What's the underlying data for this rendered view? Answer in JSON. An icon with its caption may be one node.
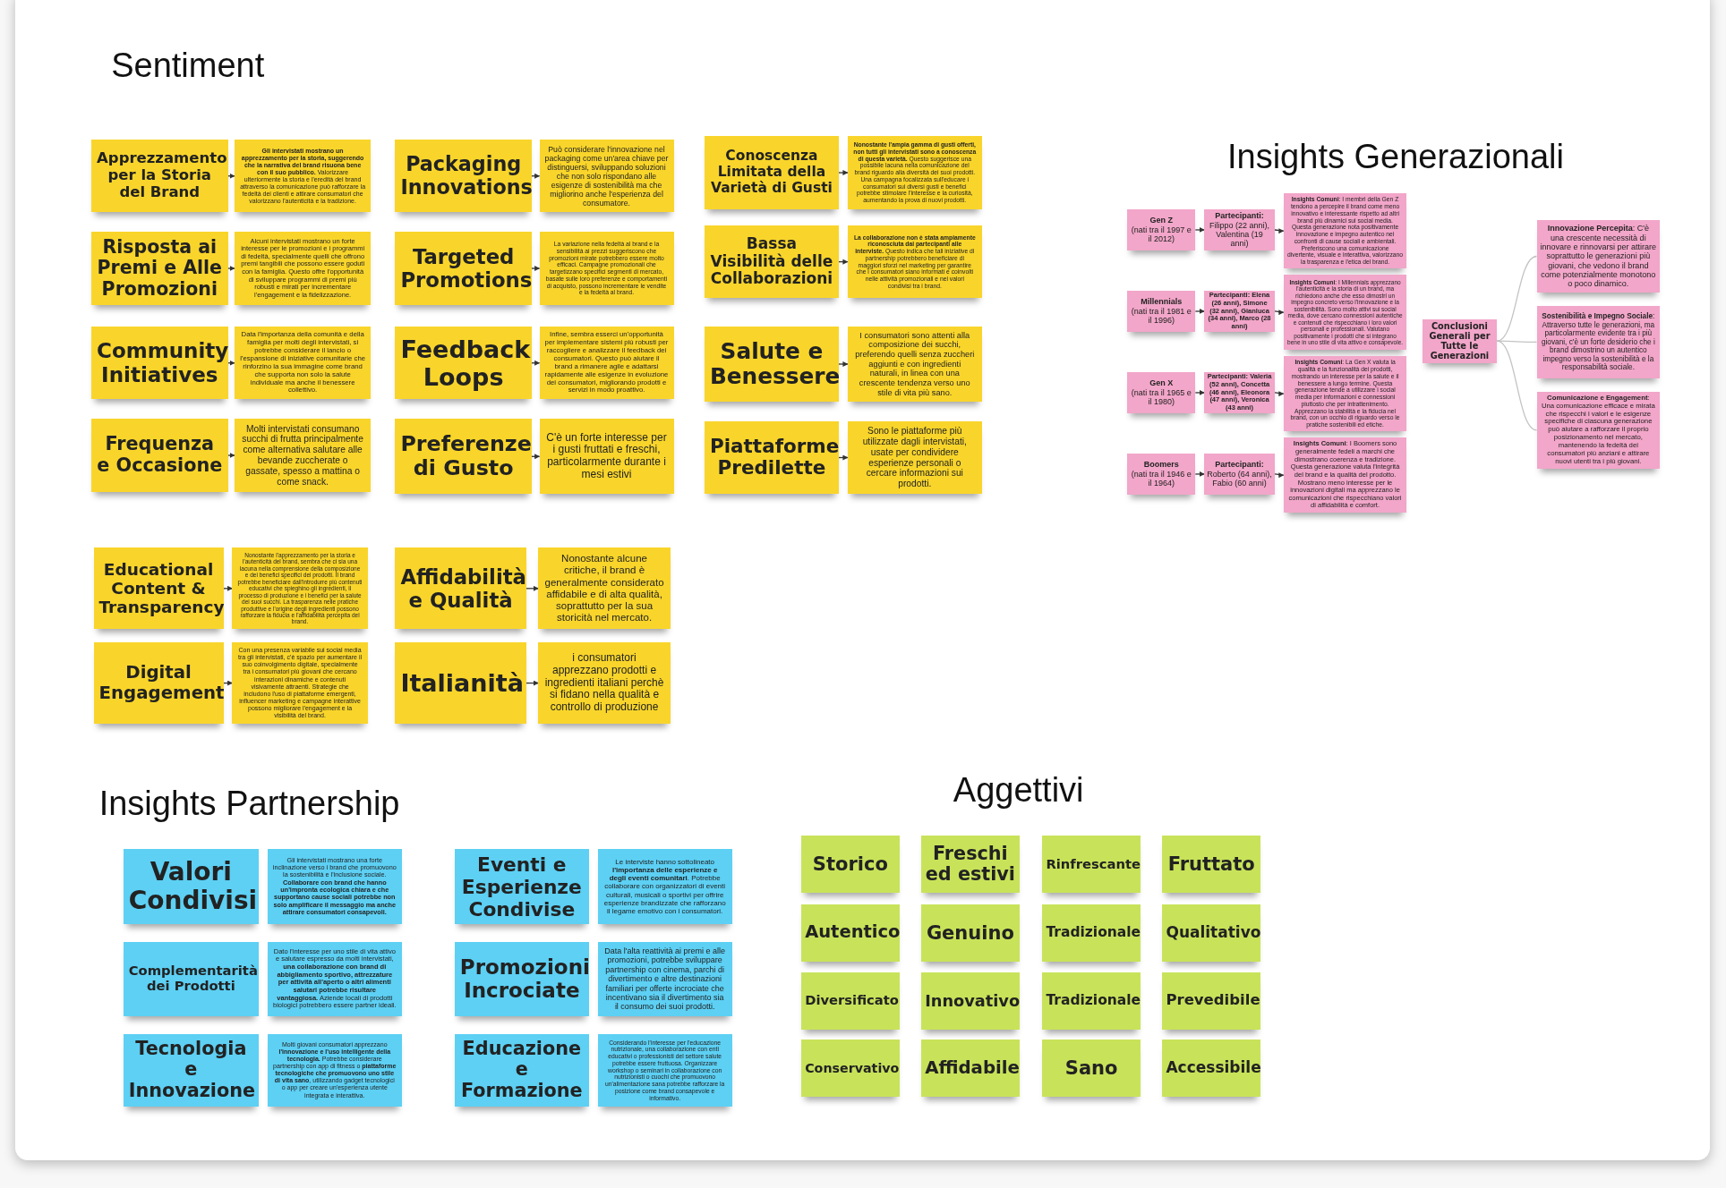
{
  "diagram": {
    "nodes": [
      {
        "text": [
          "Apprezzamento per la Storia del Brand"
        ]
      },
      {
        "text": [
          "**Gli intervistati mostrano un apprezzamento per la storia, suggerendo che la narrativa del brand risuona bene con il suo pubblico.** Valorizzare ulteriormente la storia e l'eredità del brand attraverso la comunicazione può rafforzare la fedeltà dei clienti e attirare consumatori che valorizzano l'autenticità e la tradizione."
        ]
      },
      {
        "text": [
          "Risposta ai Premi e Alle Promozioni"
        ]
      },
      {
        "text": [
          "Alcuni intervistati mostrano un forte interesse per le promozioni e i programmi di fedeltà, specialmente quelli che offrono premi tangibili che possono essere goduti con la famiglia. Questo offre l'opportunità di sviluppare programmi di premi più robusti e mirati per incrementare l'engagement e la fidelizzazione."
        ]
      },
      {
        "text": [
          "Community Initiatives"
        ]
      },
      {
        "text": [
          "Data l'importanza della comunità e della famiglia per molti degli intervistati, si potrebbe considerare il lancio o l'espansione di iniziative comunitarie che rinforzino la sua immagine come brand che supporta non solo la salute individuale ma anche il benessere collettivo."
        ]
      },
      {
        "text": [
          "Frequenza e Occasione"
        ]
      },
      {
        "text": [
          "Molti intervistati consumano succhi di frutta principalmente come alternativa salutare alle bevande zuccherate o gassate, spesso a mattina o come snack."
        ]
      },
      {
        "text": [
          "Packaging Innovations"
        ]
      },
      {
        "text": [
          "Può considerare l'innovazione nel packaging come un'area chiave per distinguersi, sviluppando soluzioni che non solo rispondano alle esigenze di sostenibilità ma che migliorino anche l'esperienza del consumatore."
        ]
      },
      {
        "text": [
          "Targeted Promotions"
        ]
      },
      {
        "text": [
          "La variazione nella fedeltà al brand e la sensibilità ai prezzi suggeriscono che promozioni mirate potrebbero essere molto efficaci. Campagne promozionali che targetizzano specifici segmenti di mercato, basate sulle loro preferenze e comportamenti di acquisto, possono incrementare le vendite e la fedeltà al brand."
        ]
      },
      {
        "text": [
          "Feedback Loops"
        ]
      },
      {
        "text": [
          "Infine, sembra esserci un'opportunità per implementare sistemi più robusti per raccogliere e analizzare il feedback dei consumatori. Questo può aiutare il brand a rimanere agile e adattarsi rapidamente alle esigenze in evoluzione dei consumatori, migliorando prodotti e servizi in modo proattivo."
        ]
      },
      {
        "text": [
          "Preferenze di Gusto"
        ]
      },
      {
        "text": [
          "C'è un forte interesse per i gusti fruttati e freschi, particolarmente durante i mesi estivi"
        ]
      },
      {
        "text": [
          "Conoscenza Limitata della Varietà di Gusti"
        ]
      },
      {
        "text": [
          "**Nonostante l'ampia gamma di gusti offerti, non tutti gli intervistati sono a conoscenza di questa varietà.** Questo suggerisce una possibile lacuna nella comunicazione del brand riguardo alla diversità dei suoi prodotti. Una campagna focalizzata sull'educare i consumatori sui diversi gusti e benefici potrebbe stimolare l'interesse e la curiosità, aumentando la prova di nuovi prodotti."
        ]
      },
      {
        "text": [
          "Bassa Visibilità delle Collaborazioni"
        ]
      },
      {
        "text": [
          "**La collaborazione non è stata ampiamente riconosciuta dai partecipanti alle interviste.** Questo indica che tali iniziative di partnership potrebbero beneficiare di maggiori sforzi nel marketing per garantire che i consumatori siano informati e coinvolti nelle attività promozionali e nei valori condivisi tra i brand."
        ]
      },
      {
        "text": [
          "Salute e Benessere"
        ]
      },
      {
        "text": [
          "I consumatori sono attenti alla composizione dei succhi, preferendo quelli senza zuccheri aggiunti e con ingredienti naturali, in linea con una crescente tendenza verso uno stile di vita più sano."
        ]
      },
      {
        "text": [
          "Piattaforme Predilette"
        ]
      },
      {
        "text": [
          "Sono le piattaforme più utilizzate dagli intervistati, usate per condividere esperienze personali o cercare informazioni sui prodotti."
        ]
      },
      {
        "text": [
          "Educational Content & Transparency"
        ]
      },
      {
        "text": [
          "Nonostante l'apprezzamento per la storia e l'autenticità del brand, sembra che ci sia una lacuna nella comprensione della composizione e dei benefici specifici dei prodotti. Il brand potrebbe beneficiare dall'introdurre più contenuti educativi che spieghino gli ingredienti, il processo di produzione e i benefici per la salute dei suoi succhi. La trasparenza nelle pratiche produttive e l'origine degli ingredienti possono rafforzare la fiducia e l'affidabilità percepita del brand."
        ]
      },
      {
        "text": [
          "Digital Engagement"
        ]
      },
      {
        "text": [
          "Con una presenza variabile sui social media tra gli intervistati, c'è spazio per aumentare il suo coinvolgimento digitale, specialmente tra i consumatori più giovani che cercano interazioni dinamiche e contenuti visivamente attraenti. Strategie che includono l'uso di piattaforme emergenti, influencer marketing e campagne interattive possono migliorare l'engagement e la visibilità del brand."
        ]
      },
      {
        "text": [
          "Affidabilità e Qualità"
        ]
      },
      {
        "text": [
          "Nonostante alcune critiche, il brand è generalmente considerato affidabile e di alta qualità, soprattutto per la sua storicità nel mercato."
        ]
      },
      {
        "text": [
          "Italianità"
        ]
      },
      {
        "text": [
          "i consumatori apprezzano prodotti e ingredienti italiani perchè si fidano nella qualità e controllo di produzione"
        ]
      },
      {
        "text": [
          "Gen Z",
          "(nati tra il 1997 e il 2012)"
        ]
      },
      {
        "text": [
          "Partecipanti:",
          "Filippo (22 anni), Valentina (19 anni)"
        ]
      },
      {
        "text": [
          "**Insights Comuni**: I membri della Gen Z tendono a percepire il brand come meno innovativo e interessante rispetto ad altri brand più dinamici sui social media. Questa generazione nota positivamente innovazione e impegno autentico nei confronti di cause sociali e ambientali. Preferiscono una comunicazione divertente, visuale e interattiva, valorizzano la trasparenza e l'etica del brand."
        ]
      },
      {
        "text": [
          "Millennials",
          "(nati tra il 1981 e il 1996)"
        ]
      },
      {
        "text": [
          "**Partecipanti:** Elena (26 anni), Simone (32 anni), Gianluca (34 anni), Marco (28 anni)"
        ]
      },
      {
        "text": [
          "**Insights Comuni**: I Millennials apprezzano l'autenticità e la storia di un brand, ma richiedono anche che esso dimostri un impegno concreto verso l'innovazione e la sostenibilità. Sono molto attivi sui social media, dove cercano connessioni autentiche e contenuti che rispecchiano i loro valori personali e professionali. Valutano positivamente i prodotti che si integrano bene in uno stile di vita attivo e consapevole."
        ]
      },
      {
        "text": [
          "Gen X",
          "(nati tra il 1965 e il 1980)"
        ]
      },
      {
        "text": [
          "**Partecipanti:** Valeria (52 anni), Concetta (46 anni), Eleonora (47 anni), Veronica (43 anni)"
        ]
      },
      {
        "text": [
          "**Insights Comuni**: La Gen X valuta la qualità e la funzionalità dei prodotti, mostrando un interesse per la salute e il benessere a lungo termine. Questa generazione tende a utilizzare i social media per informazioni e connessioni piuttosto che per intrattenimento. Apprezzano la stabilità e la fiducia nel brand, con un occhio di riguardo verso le pratiche sostenibili ed etiche."
        ]
      },
      {
        "text": [
          "Boomers",
          "(nati tra il 1946 e il 1964)"
        ]
      },
      {
        "text": [
          "Partecipanti:",
          "Roberto (64 anni), Fabio (60 anni)"
        ]
      },
      {
        "text": [
          "**Insights Comuni**: I Boomers sono generalmente fedeli a marchi che dimostrano coerenza e tradizione. Questa generazione valuta l'integrità del brand e la qualità del prodotto. Mostrano meno interesse per le innovazioni digitali ma apprezzano le comunicazioni che rispecchiano valori di affidabilità e comfort."
        ]
      },
      {
        "text": [
          "Conclusioni Generali per Tutte le Generazioni"
        ]
      },
      {
        "text": [
          "**Innovazione Percepita**: C'è una crescente necessità di innovare e rinnovarsi per attirare soprattutto le generazioni più giovani, che vedono il brand come potenzialmente monotono o poco dinamico."
        ]
      },
      {
        "text": [
          "**Sostenibilità e Impegno Sociale**: Attraverso tutte le generazioni, ma particolarmente evidente tra i più giovani, c'è un forte desiderio che i brand dimostrino un autentico impegno verso la sostenibilità e la responsabilità sociale."
        ]
      },
      {
        "text": [
          "**Comunicazione e Engagement**: Una comunicazione efficace e mirata che rispecchi i valori e le esigenze specifiche di ciascuna generazione può aiutare a rafforzare il proprio posizionamento nel mercato, mantenendo la fedeltà dei consumatori più anziani e attirare nuovi utenti tra i più giovani."
        ]
      },
      {
        "text": [
          "Valori Condivisi"
        ]
      },
      {
        "text": [
          "Gli intervistati mostrano una forte inclinazione verso i brand che promuovono la sostenibilità e l'inclusione sociale. **Collaborare con brand che hanno un'impronta ecologica chiara e che supportano cause sociali potrebbe non solo amplificare il messaggio ma anche attirare consumatori consapevoli.**"
        ]
      },
      {
        "text": [
          "Complementarità dei Prodotti"
        ]
      },
      {
        "text": [
          "Dato l'interesse per uno stile di vita attivo e salutare espresso da molti intervistati, **una collaborazione con brand di abbigliamento sportivo, attrezzature per attività all'aperto o altri alimenti salutari potrebbe risultare vantaggiosa.** Aziende locali di prodotti biologici potrebbero essere partner ideali."
        ]
      },
      {
        "text": [
          "Tecnologia e Innovazione"
        ]
      },
      {
        "text": [
          "Molti giovani consumatori apprezzano **l'innovazione e l'uso intelligente della tecnologia.** Potrebbe considerare partnership con app di fitness o **piattaforme tecnologiche che promuovono uno stile di vita sano**, utilizzando gadget tecnologici o app per creare un'esperienza utente integrata e interattiva."
        ]
      },
      {
        "text": [
          "Eventi e Esperienze Condivise"
        ]
      },
      {
        "text": [
          "Le interviste hanno sottolineato **l'importanza delle esperienze e degli eventi comunitari**. Potrebbe collaborare con organizzatori di eventi culturali, musicali o sportivi per offrire esperienze brandizzate che rafforzano il legame emotivo con i consumatori."
        ]
      },
      {
        "text": [
          "Promozioni Incrociate"
        ]
      },
      {
        "text": [
          "Data l'alta reattività ai premi e alle promozioni, potrebbe sviluppare partnership con cinema, parchi di divertimento e altre destinazioni familiari per offerte incrociate che incentivano sia il divertimento sia il consumo dei suoi prodotti."
        ]
      },
      {
        "text": [
          "Educazione e Formazione"
        ]
      },
      {
        "text": [
          "Considerando l'interesse per l'educazione nutrizionale, una collaborazione con enti educativi o professionisti del settore salute potrebbe essere fruttuosa. Organizzare workshop o seminari in collaborazione con nutrizionisti o cuochi che promuovono un'alimentazione sana potrebbe rafforzare la posizione come brand consapevole e informativo."
        ]
      },
      {
        "text": [
          "Storico"
        ]
      },
      {
        "text": [
          "Freschi ed estivi"
        ]
      },
      {
        "text": [
          "Rinfrescante"
        ]
      },
      {
        "text": [
          "Fruttato"
        ]
      },
      {
        "text": [
          "Autentico"
        ]
      },
      {
        "text": [
          "Genuino"
        ]
      },
      {
        "text": [
          "Tradizionale"
        ]
      },
      {
        "text": [
          "Qualitativo"
        ]
      },
      {
        "text": [
          "Diversificato"
        ]
      },
      {
        "text": [
          "Innovativo"
        ]
      },
      {
        "text": [
          "Tradizionale"
        ]
      },
      {
        "text": [
          "Prevedibile"
        ]
      },
      {
        "text": [
          "Conservativo"
        ]
      },
      {
        "text": [
          "Affidabile"
        ]
      },
      {
        "text": [
          "Sano"
        ]
      },
      {
        "text": [
          "Accessibile"
        ]
      }
    ],
    "edges": [
      {
        "from": 0,
        "to": 1,
        "arrow": "to"
      },
      {
        "from": 2,
        "to": 3,
        "arrow": "to"
      },
      {
        "from": 4,
        "to": 5,
        "arrow": "to"
      },
      {
        "from": 6,
        "to": 7,
        "arrow": "to"
      },
      {
        "from": 8,
        "to": 9,
        "arrow": "to"
      },
      {
        "from": 10,
        "to": 11,
        "arrow": "to"
      },
      {
        "from": 12,
        "to": 13,
        "arrow": "to"
      },
      {
        "from": 14,
        "to": 15,
        "arrow": "to"
      },
      {
        "from": 16,
        "to": 17,
        "arrow": "to"
      },
      {
        "from": 18,
        "to": 19,
        "arrow": "to"
      },
      {
        "from": 20,
        "to": 21,
        "arrow": "to"
      },
      {
        "from": 22,
        "to": 23,
        "arrow": "to"
      },
      {
        "from": 24,
        "to": 25,
        "arrow": "to"
      },
      {
        "from": 26,
        "to": 27,
        "arrow": "to"
      },
      {
        "from": 28,
        "to": 29,
        "arrow": "to"
      },
      {
        "from": 30,
        "to": 31,
        "arrow": "to"
      },
      {
        "from": 32,
        "to": 33,
        "arrow": "to"
      },
      {
        "from": 33,
        "to": 34,
        "arrow": "to"
      },
      {
        "from": 35,
        "to": 36,
        "arrow": "to"
      },
      {
        "from": 36,
        "to": 37,
        "arrow": "to"
      },
      {
        "from": 38,
        "to": 39,
        "arrow": "to"
      },
      {
        "from": 39,
        "to": 40,
        "arrow": "to"
      },
      {
        "from": 41,
        "to": 42,
        "arrow": "to"
      },
      {
        "from": 42,
        "to": 43,
        "arrow": "to"
      },
      {
        "from": 44,
        "to": 45,
        "arrow": "none",
        "color": "#c4c4c4"
      },
      {
        "from": 44,
        "to": 46,
        "arrow": "none",
        "color": "#c4c4c4"
      },
      {
        "from": 44,
        "to": 47,
        "arrow": "none",
        "color": "#c4c4c4"
      }
    ],
    "labels": [
      "Sentiment",
      "Insights Generazionali",
      "Insights Partnership",
      "Aggettivi"
    ]
  }
}
